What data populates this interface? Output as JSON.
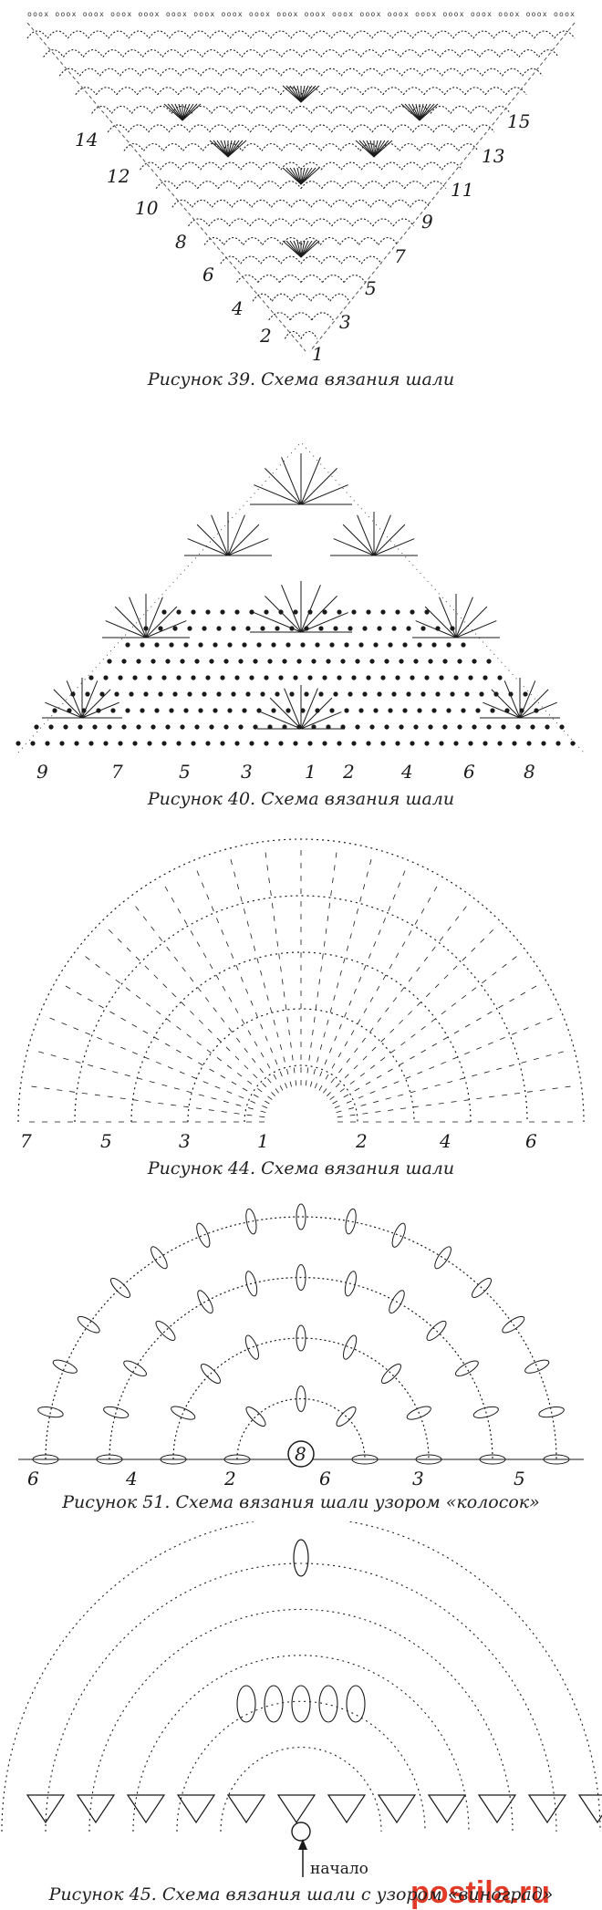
{
  "figures": [
    {
      "id": "fig39",
      "caption": "Рисунок 39. Схема вязания шали",
      "row_labels_left": [
        "14",
        "12",
        "10",
        "8",
        "6",
        "4",
        "2"
      ],
      "row_labels_right": [
        "15",
        "13",
        "11",
        "9",
        "7",
        "5",
        "3",
        "1"
      ],
      "top_row_text": "ooox ooox ooox ooox ooox ooox ooox ooox ooox ooox ooox ooox ooox ooox ooox ooox ooox ooox ooox ooox"
    },
    {
      "id": "fig40",
      "caption": "Рисунок 40. Схема вязания шали",
      "bottom_labels": [
        "9",
        "7",
        "5",
        "3",
        "1",
        "2",
        "4",
        "6",
        "8"
      ]
    },
    {
      "id": "fig44",
      "caption": "Рисунок 44. Схема вязания шали",
      "bottom_labels": [
        "7",
        "5",
        "3",
        "1",
        "2",
        "4",
        "6"
      ]
    },
    {
      "id": "fig51",
      "caption": "Рисунок 51. Схема вязания шали узором «колосок»",
      "bottom_labels": [
        "6",
        "4",
        "2",
        "8",
        "6",
        "3",
        "5"
      ]
    },
    {
      "id": "fig45",
      "caption": "Рисунок 45. Схема вязания шали с узором «виноград»",
      "start_label": "начало"
    }
  ],
  "watermark": "postila.ru",
  "colors": {
    "ink": "#1a1a1a",
    "watermark": "#e23a27"
  }
}
